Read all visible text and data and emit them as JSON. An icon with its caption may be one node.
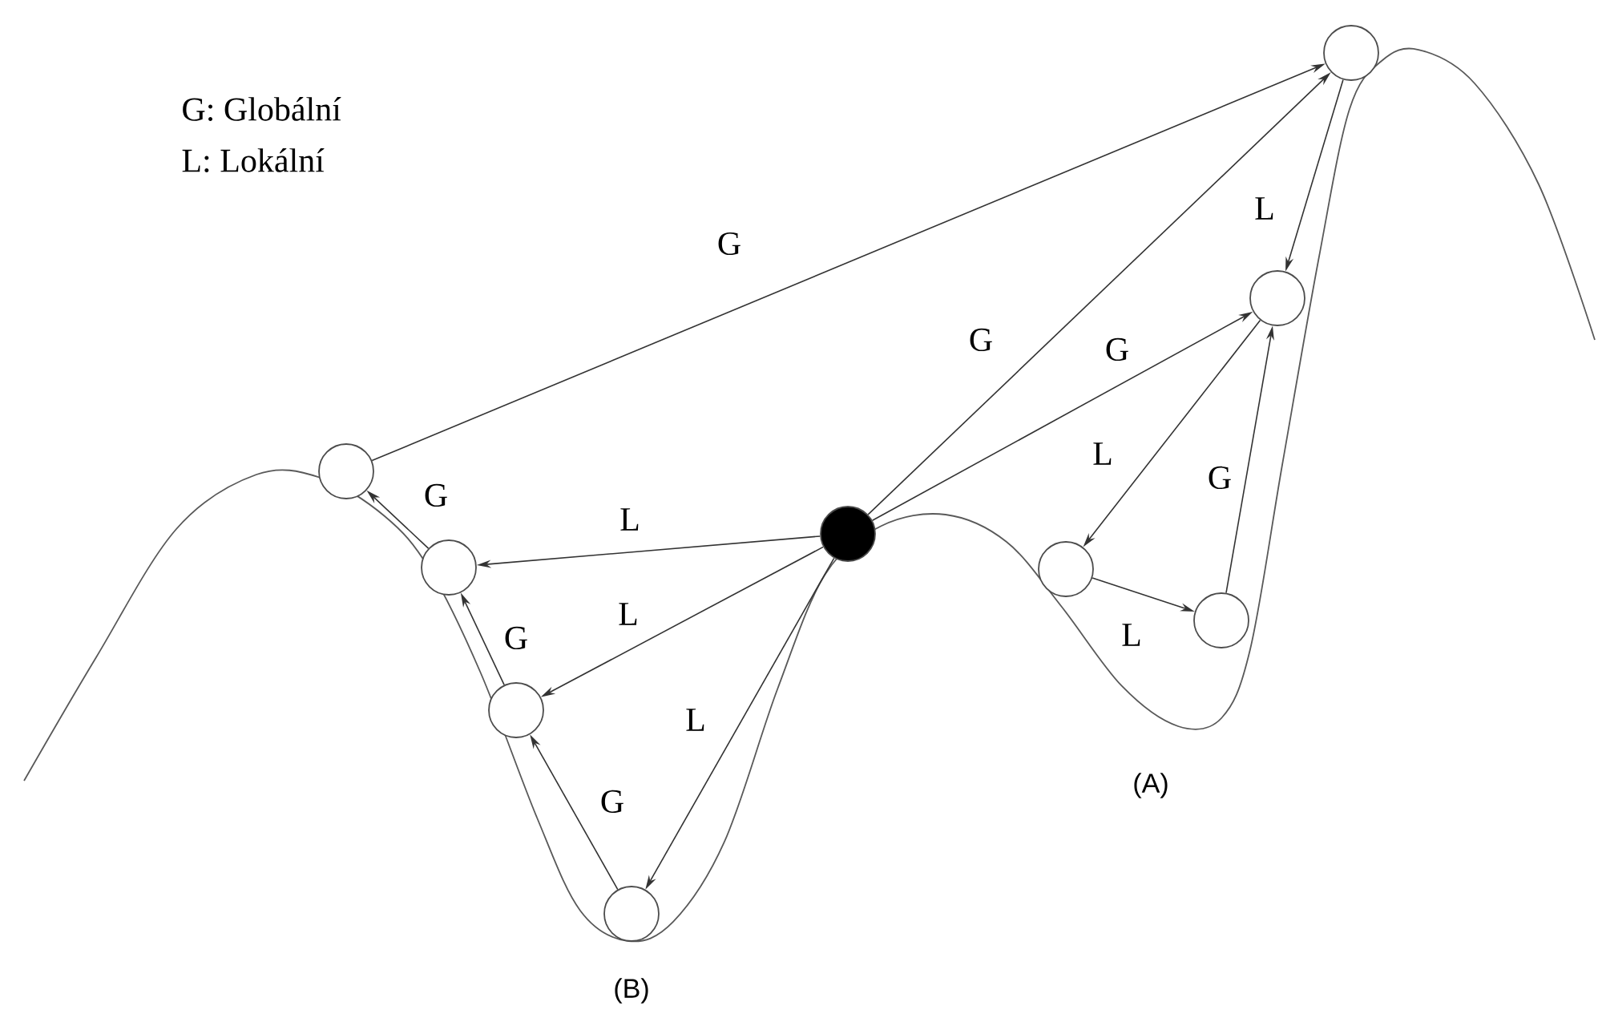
{
  "diagram": {
    "nodes": [
      {
        "text": [],
        "shape": "circle"
      },
      {
        "text": [],
        "shape": "circle"
      },
      {
        "text": [],
        "shape": "circle"
      },
      {
        "text": [],
        "shape": "circle"
      },
      {
        "text": [],
        "shape": "circle"
      },
      {
        "text": [],
        "shape": "circle"
      },
      {
        "text": [],
        "shape": "circle"
      },
      {
        "text": [],
        "shape": "circle"
      },
      {
        "text": [],
        "shape": "circle"
      }
    ],
    "edges": [
      {
        "from": 5,
        "to": 1,
        "arrow": "to",
        "label": "G"
      },
      {
        "from": 0,
        "to": 1,
        "arrow": "to",
        "label": "G"
      },
      {
        "from": 0,
        "to": 2,
        "arrow": "to",
        "label": "G"
      },
      {
        "from": 1,
        "to": 2,
        "arrow": "to",
        "label": "L"
      },
      {
        "from": 2,
        "to": 3,
        "arrow": "to",
        "label": "L"
      },
      {
        "from": 3,
        "to": 4,
        "arrow": "to",
        "label": "L"
      },
      {
        "from": 4,
        "to": 2,
        "arrow": "to",
        "label": "G"
      },
      {
        "from": 0,
        "to": 6,
        "arrow": "to",
        "label": "L"
      },
      {
        "from": 0,
        "to": 7,
        "arrow": "to",
        "label": "L"
      },
      {
        "from": 0,
        "to": 8,
        "arrow": "to",
        "label": "L"
      },
      {
        "from": 6,
        "to": 5,
        "arrow": "to",
        "label": "G"
      },
      {
        "from": 7,
        "to": 6,
        "arrow": "to",
        "label": "G"
      },
      {
        "from": 8,
        "to": 7,
        "arrow": "to",
        "label": "G"
      }
    ],
    "labels": [
      "G: Globální",
      "L: Lokální",
      "(A)",
      "(B)"
    ]
  }
}
